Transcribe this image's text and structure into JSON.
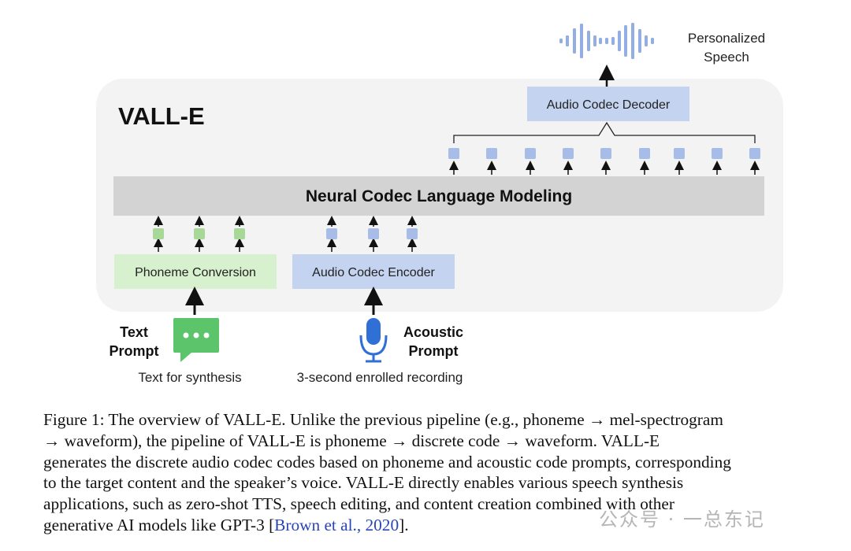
{
  "diagram": {
    "title": "VALL-E",
    "output_label_line1": "Personalized",
    "output_label_line2": "Speech",
    "decoder_label": "Audio Codec Decoder",
    "lm_label": "Neural Codec Language Modeling",
    "phoneme_label": "Phoneme Conversion",
    "encoder_label": "Audio Codec Encoder",
    "text_prompt_line1": "Text",
    "text_prompt_line2": "Prompt",
    "acoustic_prompt_line1": "Acoustic",
    "acoustic_prompt_line2": "Prompt",
    "text_sub": "Text for synthesis",
    "acoustic_sub": "3-second enrolled recording",
    "colors": {
      "panel": "#f3f3f3",
      "lm_bar": "#d3d3d3",
      "green_box": "#d7f0cd",
      "green_token": "#a8d898",
      "blue_box": "#c4d3ef",
      "blue_token": "#a7bde8",
      "wave": "#93aee2",
      "chat_icon": "#5cc46a",
      "mic_icon": "#2f6fd6"
    }
  },
  "caption": {
    "line1": "Figure 1:  The overview of VALL-E. Unlike the previous pipeline (e.g., phoneme → mel-spectrogram",
    "line2": "→ waveform), the pipeline of VALL-E is phoneme → discrete code → waveform.  VALL-E",
    "line3": "generates the discrete audio codec codes based on phoneme and acoustic code prompts, corresponding",
    "line4": "to the target content and the speaker’s voice.  VALL-E directly enables various speech synthesis",
    "line5": "applications, such as zero-shot TTS, speech editing, and content creation combined with other",
    "line6_pre": "generative AI models like GPT-3 [",
    "line6_link": "Brown et al., 2020",
    "line6_post": "]."
  },
  "watermark": "公众号 · 一总东记"
}
